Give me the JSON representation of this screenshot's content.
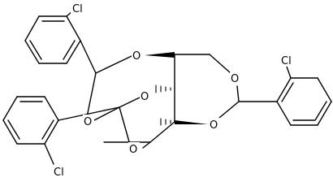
{
  "diagram": {
    "type": "chemical-structure",
    "atom_labels": {
      "cl_top_left": "Cl",
      "cl_top_right": "Cl",
      "cl_bottom_left": "Cl",
      "o_top": "O",
      "o_mid_left": "O",
      "o_ring_right": "O",
      "o_mid_right": "O",
      "o_lower_left": "O",
      "o_lower_mid": "O"
    }
  }
}
